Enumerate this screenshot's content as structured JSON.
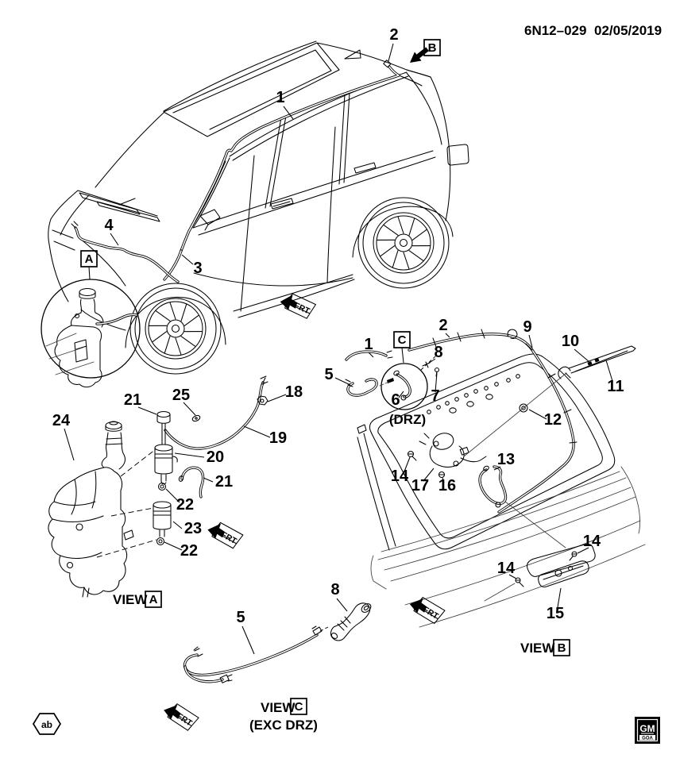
{
  "header": {
    "drawing_number": "6N12–029",
    "date": "02/05/2019"
  },
  "markers": {
    "a": "A",
    "b": "B",
    "c": "C"
  },
  "labels": {
    "view": "VIEW",
    "frt": "FRT",
    "drz": "(DRZ)",
    "exc_drz": "(EXC DRZ)"
  },
  "badges": {
    "ab": "ab",
    "gm": "GM",
    "gm_sub": "GOA"
  },
  "callouts": {
    "car": {
      "n1": "1",
      "n2": "2",
      "n3": "3",
      "n4": "4"
    },
    "liftgate": {
      "n1": "1",
      "n2": "2",
      "n5": "5",
      "n6": "6",
      "n7": "7",
      "n8": "8",
      "n9": "9",
      "n10": "10",
      "n11": "11",
      "n12": "12",
      "n13": "13",
      "n14a": "14",
      "n14b": "14",
      "n14c": "14",
      "n15": "15",
      "n16": "16",
      "n17": "17"
    },
    "reservoir": {
      "n18": "18",
      "n19": "19",
      "n20": "20",
      "n21a": "21",
      "n21b": "21",
      "n22a": "22",
      "n22b": "22",
      "n23": "23",
      "n24": "24",
      "n25": "25"
    },
    "hose_view": {
      "n5": "5",
      "n8": "8"
    }
  }
}
